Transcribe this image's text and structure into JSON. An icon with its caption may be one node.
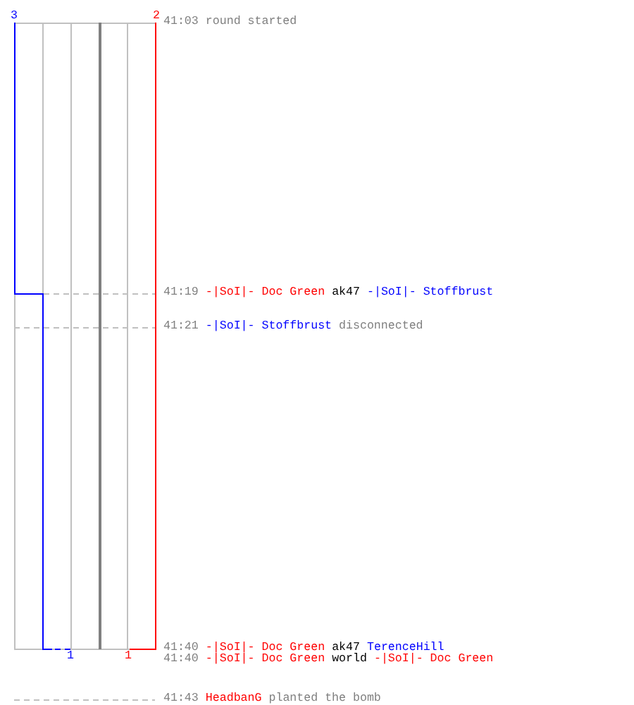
{
  "diagram": {
    "labels": [
      "3",
      "2",
      "41:03",
      "round started",
      "41:19",
      "-|SoI|- Doc Green",
      "ak47",
      "-|SoI|- Stoffbrust",
      "41:21",
      "-|SoI|- Stoffbrust",
      "disconnected",
      "41:40",
      "-|SoI|- Doc Green",
      "ak47",
      "TerenceHill",
      "1",
      "1",
      "41:40",
      "-|SoI|- Doc Green",
      "world",
      "-|SoI|- Doc Green",
      "41:43",
      "HeadbanG",
      "planted the bomb"
    ]
  }
}
